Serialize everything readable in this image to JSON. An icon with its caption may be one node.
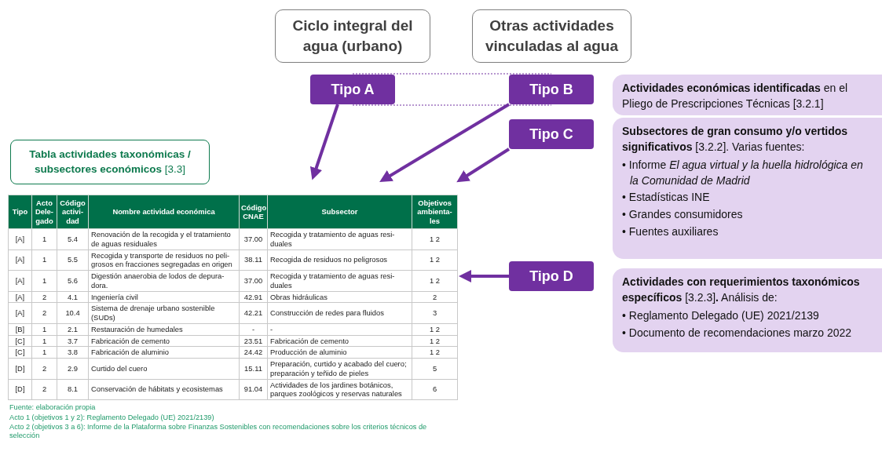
{
  "diagram": {
    "nodes": [
      {
        "text": [
          "Ciclo integral del agua (urbano)"
        ]
      },
      {
        "text": [
          "Otras actividades vinculadas al agua"
        ]
      },
      {
        "text": [
          "Tipo A"
        ]
      },
      {
        "text": [
          "Tipo B"
        ]
      },
      {
        "text": [
          "Tipo C"
        ]
      },
      {
        "text": [
          "Tipo D"
        ]
      },
      {
        "text": [
          "**Tabla actividades taxonómicas / subsectores económicos** [3.3]"
        ]
      },
      {
        "text": [
          "**Actividades económicas identificadas** en el Pliego de Prescripciones Técnicas [3.2.1]"
        ]
      },
      {
        "text": [
          "**Subsectores de gran consumo y/o vertidos significativos** [3.2.2]. Varias fuentes:",
          "• Informe *El agua virtual y la huella hidrológica en la Comunidad de Madrid*",
          "• Estadísticas INE",
          "• Grandes consumidores",
          "• Fuentes auxiliares"
        ]
      },
      {
        "text": [
          "**Actividades con requerimientos taxonómicos específicos** [3.2.3]**.** Análisis de:",
          "• Reglamento Delegado (UE) 2021/2139",
          "• Documento de recomendaciones marzo 2022"
        ]
      }
    ],
    "edges": [
      {
        "from": 2,
        "to": null,
        "arrow": "to"
      },
      {
        "from": 3,
        "to": null,
        "arrow": "to"
      },
      {
        "from": 4,
        "to": null,
        "arrow": "to"
      },
      {
        "from": 5,
        "to": null,
        "arrow": "to"
      }
    ],
    "labels": [
      "Tipo",
      "Acto Dele-gado",
      "Código activi-dad",
      "Nombre actividad económica",
      "Código CNAE",
      "Subsector",
      "Objetivos ambienta-les",
      "[A]",
      "1",
      "5.4",
      "Renovación de la recogida y el tratamiento de aguas residuales",
      "37.00",
      "Recogida y tratamiento de aguas resi-duales",
      "1 2",
      "[A]",
      "1",
      "5.5",
      "Recogida y transporte de residuos no peli-grosos en fracciones segregadas en origen",
      "38.11",
      "Recogida de residuos no peligrosos",
      "1 2",
      "[A]",
      "1",
      "5.6",
      "Digestión anaerobia de lodos de depura-dora.",
      "37.00",
      "Recogida y tratamiento de aguas resi-duales",
      "1 2",
      "[A]",
      "2",
      "4.1",
      "Ingeniería civil",
      "42.91",
      "Obras hidráulicas",
      "2",
      "[A]",
      "2",
      "10.4",
      "Sistema de drenaje urbano sostenible (SUDs)",
      "42.21",
      "Construcción de redes para fluidos",
      "3",
      "[B]",
      "1",
      "2.1",
      "Restauración de humedales",
      "-",
      "-",
      "1 2",
      "[C]",
      "1",
      "3.7",
      "Fabricación de cemento",
      "23.51",
      "Fabricación de cemento",
      "1 2",
      "[C]",
      "1",
      "3.8",
      "Fabricación de aluminio",
      "24.42",
      "Producción de aluminio",
      "1 2",
      "[D]",
      "2",
      "2.9",
      "Curtido del cuero",
      "15.11",
      "Preparación, curtido y acabado del cuero; preparación y teñido de pieles",
      "5",
      "[D]",
      "2",
      "8.1",
      "Conservación de hábitats y ecosistemas",
      "91.04",
      "Actividades de los jardines botánicos, parques zoológicos y reservas naturales",
      "6",
      "Fuente: elaboración propia",
      "Acto 1 (objetivos 1 y 2): Reglamento Delegado (UE) 2021/2139)",
      "Acto 2 (objetivos 3 a 6): Informe de la Plataforma sobre Finanzas Sostenibles con recomendaciones sobre los criterios técnicos de selección"
    ]
  }
}
